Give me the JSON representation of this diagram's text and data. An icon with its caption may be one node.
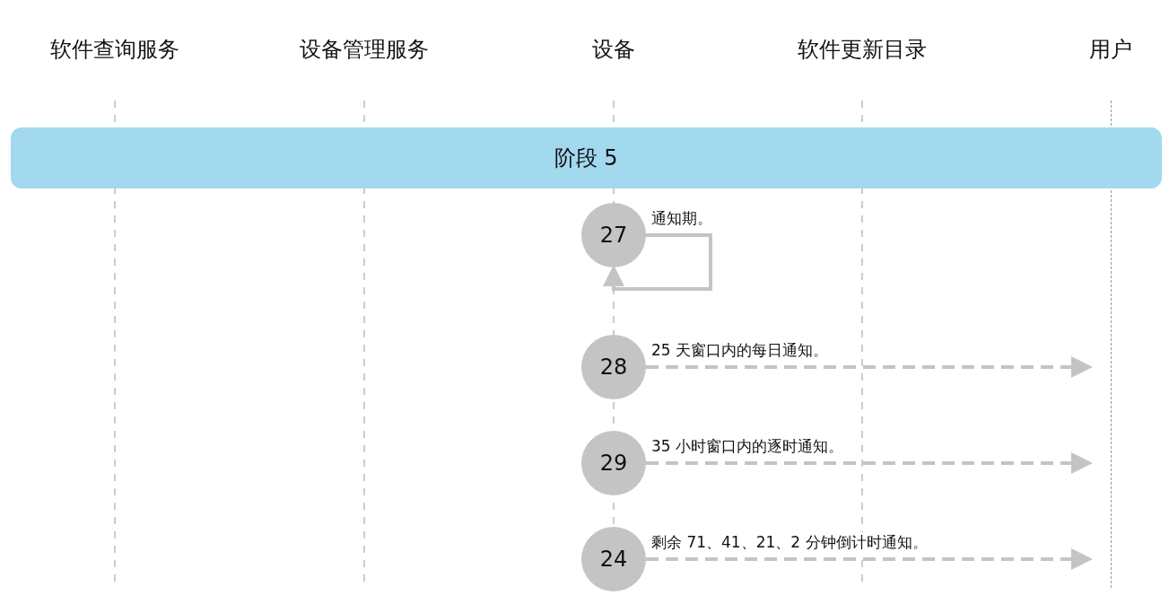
{
  "diagram": {
    "nodes": [
      {
        "text": [
          "软件查询服务"
        ]
      },
      {
        "text": [
          "设备管理服务"
        ]
      },
      {
        "text": [
          "设备"
        ]
      },
      {
        "text": [
          "软件更新目录"
        ]
      },
      {
        "text": [
          "用户"
        ]
      },
      {
        "text": [
          "阶段 5"
        ]
      },
      {
        "text": [
          "27"
        ]
      },
      {
        "text": [
          "28"
        ]
      },
      {
        "text": [
          "29"
        ]
      },
      {
        "text": [
          "24"
        ]
      }
    ],
    "edges": [
      {
        "from": 6,
        "to": 6,
        "arrow": "to",
        "label": "通知期。"
      },
      {
        "from": 7,
        "to": 4,
        "arrow": "to",
        "style": "dashed",
        "label": "25 天窗口内的每日通知。"
      },
      {
        "from": 8,
        "to": 4,
        "arrow": "to",
        "style": "dashed",
        "label": "35 小时窗口内的逐时通知。"
      },
      {
        "from": 9,
        "to": 4,
        "arrow": "to",
        "style": "dashed",
        "label": "剩余 71、41、21、2 分钟倒计时通知。"
      }
    ]
  }
}
